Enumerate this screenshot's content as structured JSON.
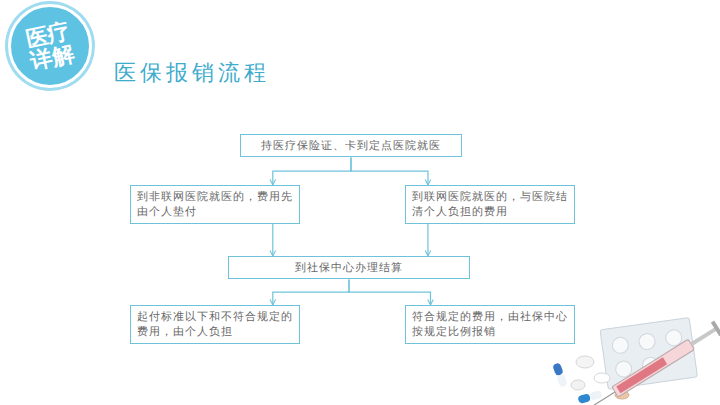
{
  "diagram": {
    "title": "医保报销流程",
    "nodes": [
      {
        "text": [
          "医疗 详解"
        ]
      },
      {
        "text": [
          "持医疗保险证、卡到定点医院就医"
        ]
      },
      {
        "text": [
          "到非联网医院就医的，费用先由个人垫付"
        ]
      },
      {
        "text": [
          "到联网医院就医的，与医院结清个人负担的费用"
        ]
      },
      {
        "text": [
          "到社保中心办理结算"
        ]
      },
      {
        "text": [
          "起付标准以下和不符合规定的费用，由个人负担"
        ]
      },
      {
        "text": [
          "符合规定的费用，由社保中心按规定比例报销"
        ]
      }
    ],
    "edges": [
      {
        "from": 1,
        "to": 2,
        "arrow": "to"
      },
      {
        "from": 1,
        "to": 3,
        "arrow": "to"
      },
      {
        "from": 2,
        "to": 4,
        "arrow": "to"
      },
      {
        "from": 3,
        "to": 4,
        "arrow": "to"
      },
      {
        "from": 4,
        "to": 5,
        "arrow": "to"
      },
      {
        "from": 4,
        "to": 6,
        "arrow": "to"
      }
    ]
  }
}
